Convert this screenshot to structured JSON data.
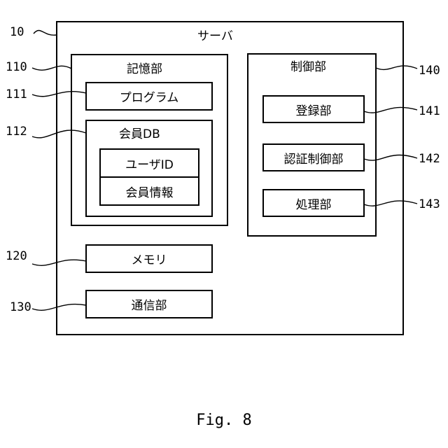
{
  "server": {
    "ref": "10",
    "title": "サーバ"
  },
  "storage": {
    "ref": "110",
    "title": "記憶部",
    "program": {
      "ref": "111",
      "label": "プログラム"
    },
    "member_db": {
      "ref": "112",
      "title": "会員DB",
      "user_id": "ユーザID",
      "member_info": "会員情報"
    }
  },
  "memory": {
    "ref": "120",
    "label": "メモリ"
  },
  "comm": {
    "ref": "130",
    "label": "通信部"
  },
  "control": {
    "ref": "140",
    "title": "制御部",
    "registration": {
      "ref": "141",
      "label": "登録部"
    },
    "auth_control": {
      "ref": "142",
      "label": "認証制御部"
    },
    "processing": {
      "ref": "143",
      "label": "処理部"
    }
  },
  "caption": "Fig. 8"
}
